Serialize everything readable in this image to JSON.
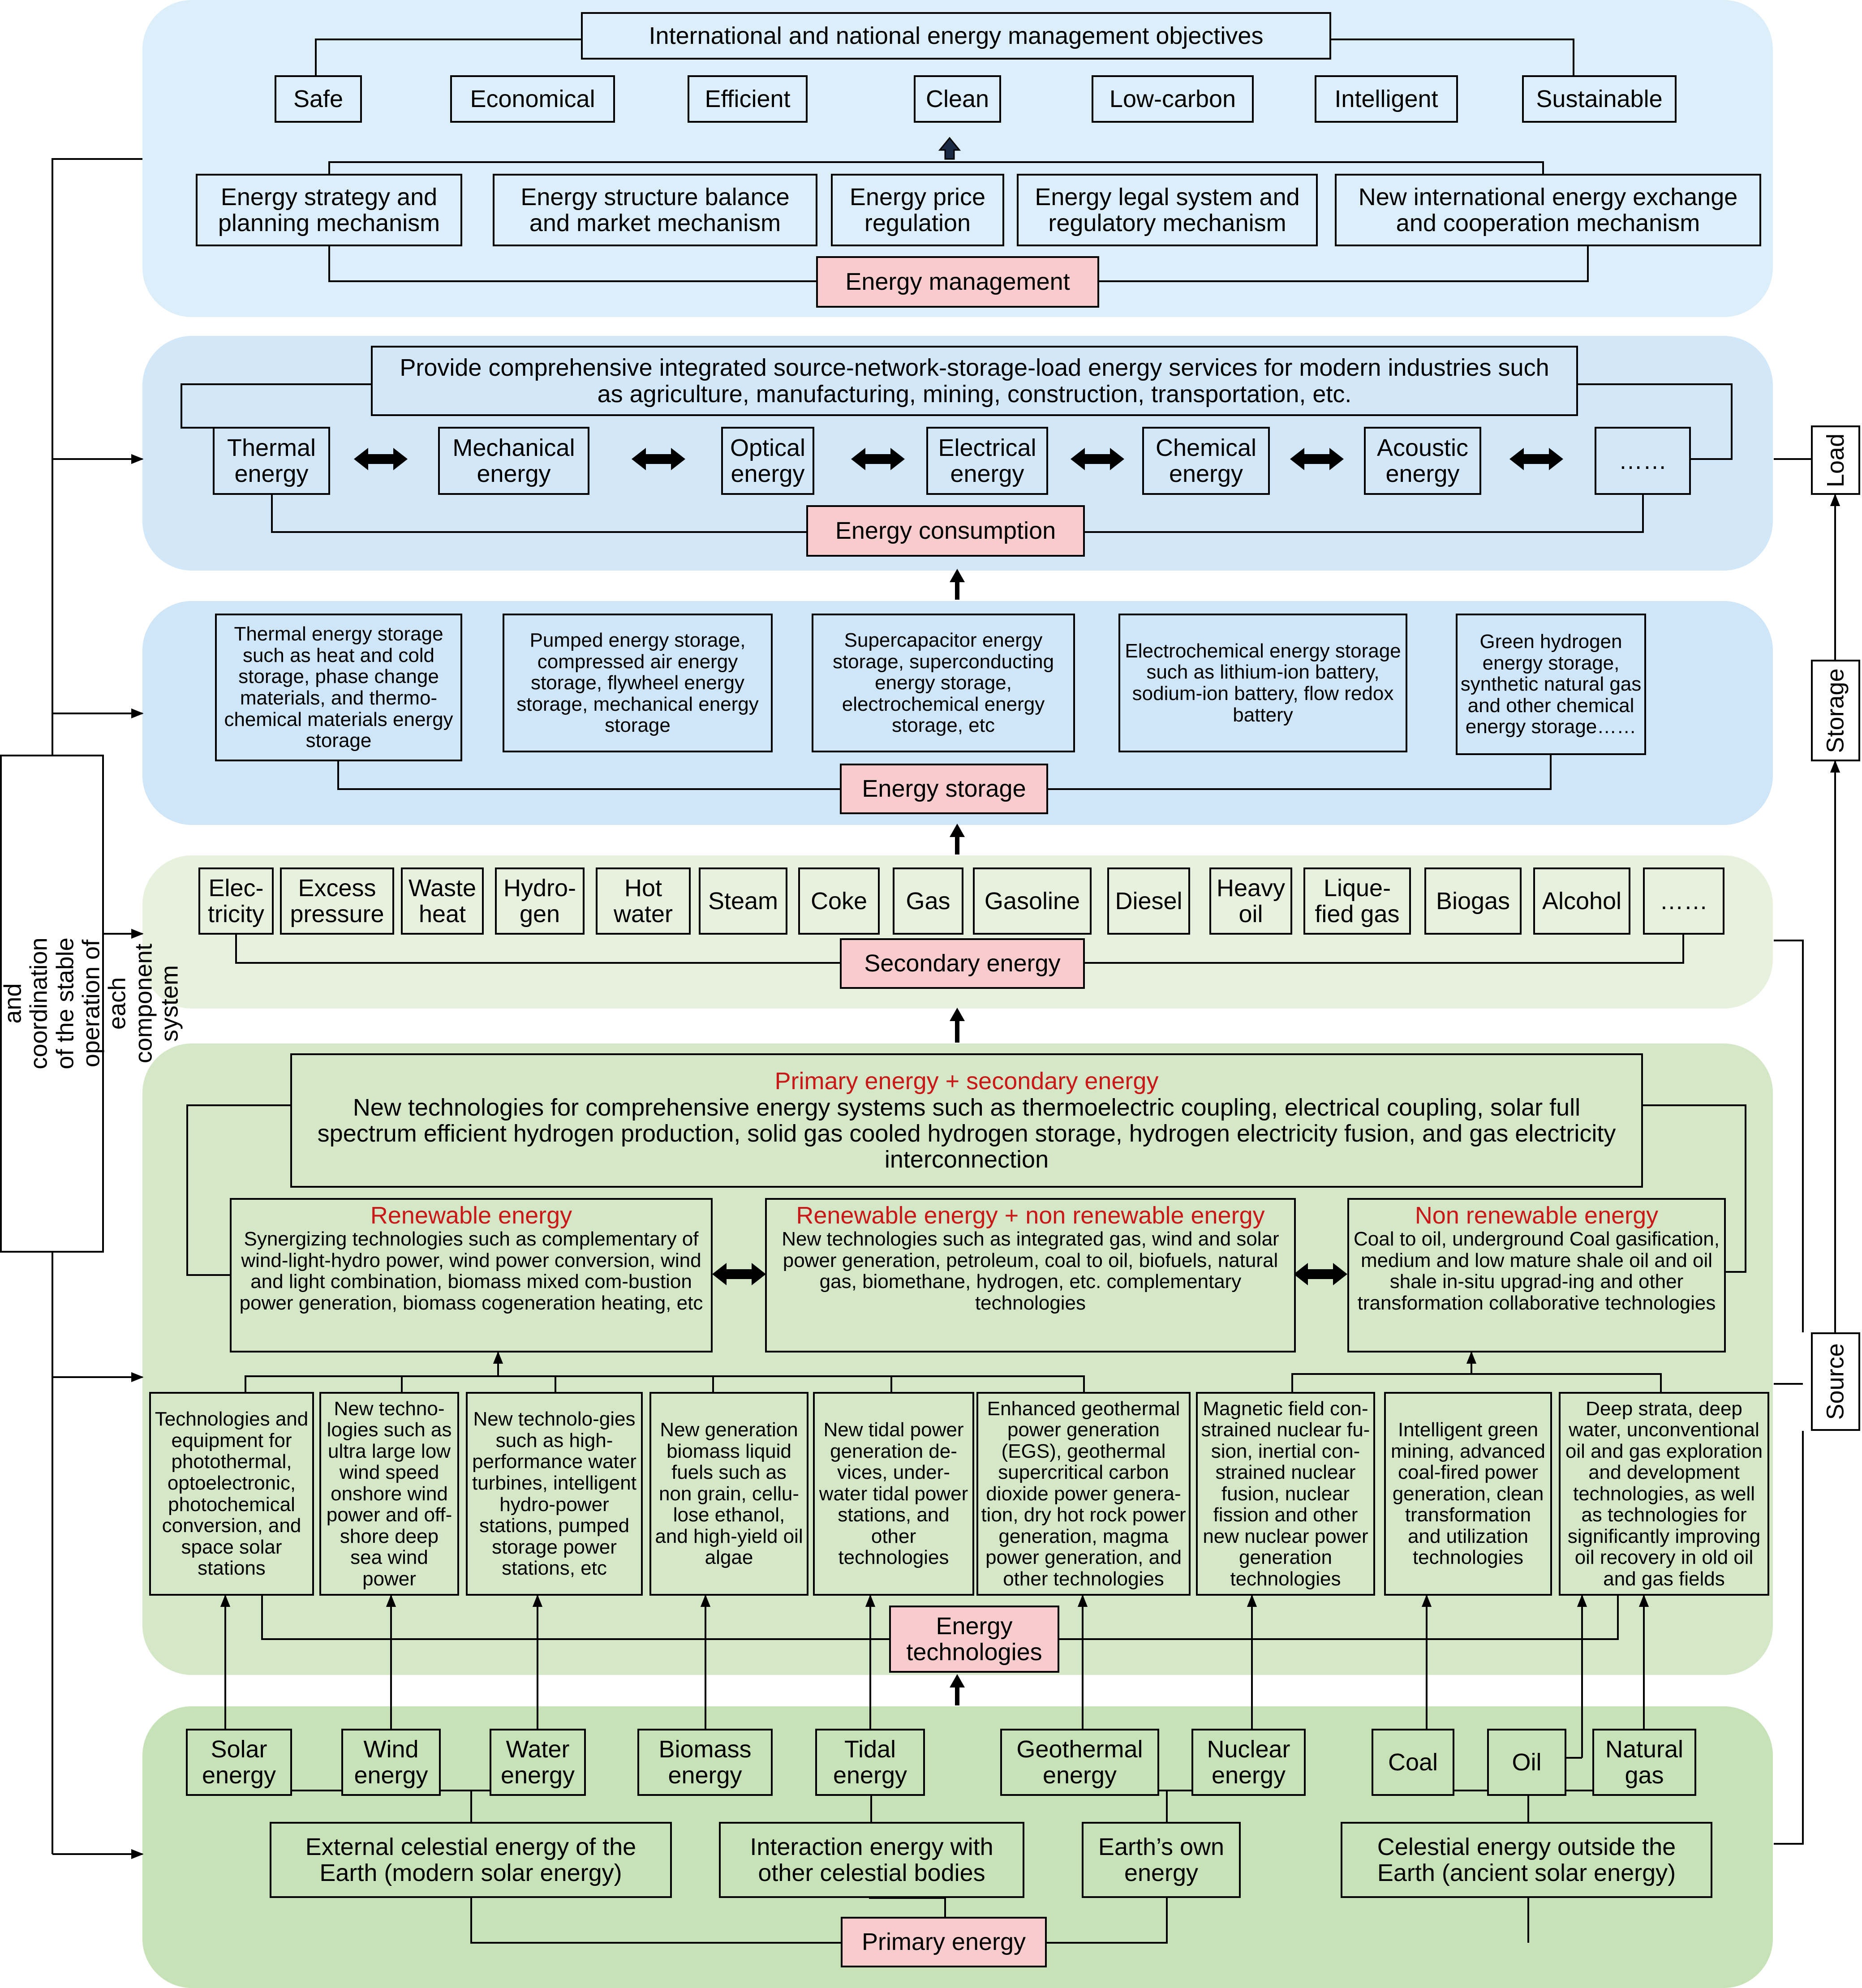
{
  "management": {
    "objectives_title": "International and national energy management objectives",
    "objectives": [
      "Safe",
      "Economical",
      "Efficient",
      "Clean",
      "Low-carbon",
      "Intelligent",
      "Sustainable"
    ],
    "mechanisms": [
      "Energy strategy and planning mechanism",
      "Energy structure balance and market mechanism",
      "Energy price regulation",
      "Energy legal system and regulatory mechanism",
      "New international energy exchange and cooperation mechanism"
    ],
    "label": "Energy management"
  },
  "consumption": {
    "services": "Provide comprehensive integrated source-network-storage-load energy services for modern industries such as agriculture, manufacturing, mining, construction, transportation, etc.",
    "forms": [
      "Thermal energy",
      "Mechanical energy",
      "Optical energy",
      "Electrical energy",
      "Chemical energy",
      "Acoustic energy",
      "……"
    ],
    "label": "Energy consumption"
  },
  "storage": {
    "items": [
      "Thermal energy storage such as heat and cold storage, phase change materials, and thermo-chemical materials energy storage",
      "Pumped energy storage, compressed air energy storage, flywheel energy storage, mechanical energy storage",
      "Supercapacitor energy storage, superconducting energy storage, electrochemical energy storage, etc",
      "Electrochemical energy storage such as lithium-ion battery, sodium-ion battery, flow redox battery",
      "Green hydrogen energy storage, synthetic natural gas and other chemical energy storage……"
    ],
    "label": "Energy storage"
  },
  "secondary": {
    "items": [
      "Elec-tricity",
      "Excess pressure",
      "Waste heat",
      "Hydro-gen",
      "Hot water",
      "Steam",
      "Coke",
      "Gas",
      "Gasoline",
      "Diesel",
      "Heavy oil",
      "Lique-fied gas",
      "Biogas",
      "Alcohol",
      "……"
    ],
    "label": "Secondary energy"
  },
  "technologies": {
    "integrated_title": "Primary energy + secondary energy",
    "integrated_text": "New technologies for comprehensive energy systems such as thermoelectric coupling, electrical coupling, solar full spectrum efficient hydrogen production, solid gas cooled hydrogen storage, hydrogen electricity fusion, and gas electricity interconnection",
    "renewable_title": "Renewable energy",
    "renewable_text": "Synergizing technologies such as complementary of wind-light-hydro power, wind power conversion, wind and light combination, biomass mixed com-bustion power generation, biomass cogeneration heating, etc",
    "mixed_title": "Renewable energy + non renewable energy",
    "mixed_text": "New technologies such as integrated gas, wind and solar power generation, petroleum, coal to oil, biofuels, natural gas, biomethane, hydrogen, etc. complementary technologies",
    "nonrenewable_title": "Non renewable energy",
    "nonrenewable_text": "Coal to oil, underground Coal gasification, medium and low mature shale oil and oil shale in-situ upgrad-ing and other transformation collaborative technologies",
    "details": [
      "Technologies and equipment for photothermal, optoelectronic, photochemical conversion, and space solar stations",
      "New techno-logies such as ultra large low wind speed onshore wind power and off-shore deep sea wind power",
      "New technolo-gies such as high-performance water turbines, intelligent hydro-power stations, pumped storage power stations, etc",
      "New generation biomass liquid fuels such as non grain, cellu-lose ethanol, and high-yield oil algae",
      "New tidal power generation de-vices, under-water tidal power stations, and other technologies",
      "Enhanced geothermal power generation (EGS), geothermal supercritical carbon dioxide power genera-tion, dry hot rock power generation, magma power generation, and other technologies",
      "Magnetic field con-strained nuclear fu-sion, inertial con-strained nuclear fusion, nuclear fission and other new nuclear power generation technologies",
      "Intelligent green mining, advanced coal-fired power generation, clean transformation and utilization technologies",
      "Deep strata, deep water, unconventional oil and gas exploration and development technologies, as well as technologies for significantly improving oil recovery in old oil and gas fields"
    ],
    "label": "Energy technologies"
  },
  "primary": {
    "sources": [
      "Solar energy",
      "Wind energy",
      "Water energy",
      "Biomass energy",
      "Tidal energy",
      "Geothermal energy",
      "Nuclear energy",
      "Coal",
      "Oil",
      "Natural gas"
    ],
    "categories": [
      "External celestial energy of the Earth (modern solar energy)",
      "Interaction energy with other celestial bodies",
      "Earth’s own energy",
      "Celestial energy outside the Earth (ancient solar energy)"
    ],
    "label": "Primary energy"
  },
  "side": {
    "left": "Intelligent management, guarantee, and coordination of the stable operation of each component system",
    "load": "Load",
    "storage": "Storage",
    "source": "Source"
  },
  "colors": {
    "band_management": "#dbeefa",
    "band_consumption": "#d2e8f9",
    "band_storage": "#cfe5f8",
    "band_secondary": "#e7f1dd",
    "band_technologies": "#d4e7c6",
    "band_primary": "#c7e2b6",
    "label_fill": "#f8cccc",
    "highlight_text": "#c81818"
  }
}
